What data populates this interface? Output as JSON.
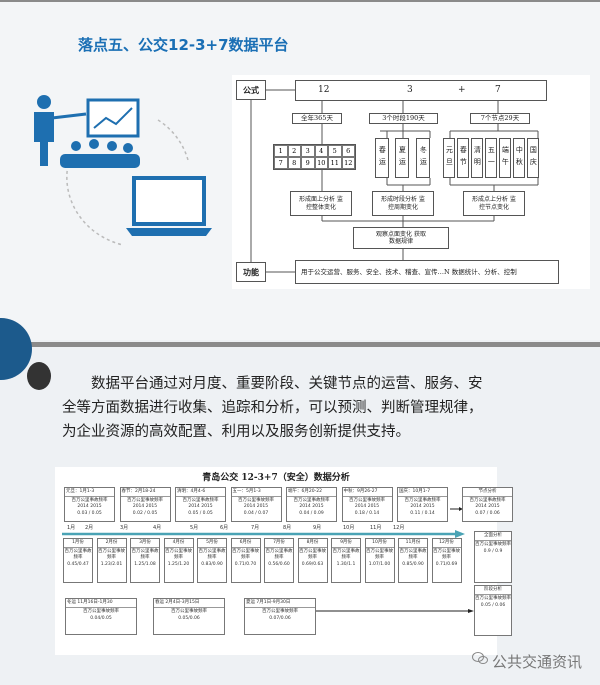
{
  "slide1": {
    "title": "落点五、公交12-3+7数据平台",
    "diagram": {
      "formula_label": "公式",
      "function_label": "功能",
      "formula": [
        "12",
        "3",
        "+",
        "7"
      ],
      "groups": [
        "全年365天",
        "3个时段190天",
        "7个节点29天"
      ],
      "months": [
        "1",
        "2",
        "3",
        "4",
        "5",
        "6",
        "7",
        "8",
        "9",
        "10",
        "11",
        "12"
      ],
      "seasons": [
        "春运",
        "夏运",
        "冬运"
      ],
      "nodes": [
        "元旦",
        "春节",
        "清明",
        "五一",
        "端午",
        "中秋",
        "国庆"
      ],
      "results": [
        "形成面上分析 监控整体变化",
        "形成时段分析 监控周期变化",
        "形成点上分析 监控节点变化"
      ],
      "observe": "观察点面变化 获取数据规律",
      "function_text": "用于公交运营、服务、安全、技术、稽查、宣传…N 数据统计、分析、控制"
    }
  },
  "slide2": {
    "paragraph": "数据平台通过对月度、重要阶段、关键节点的运营、服务、安全等方面数据进行收集、追踪和分析，可以预测、判断管理规律，为企业资源的高效配置、利用以及服务创新提供支持。",
    "chart": {
      "title": "青岛公交 12-3+7（安全）数据分析",
      "metric": "百万公里事故频率",
      "years": "2014   2015",
      "nodes": [
        {
          "head": "元旦：1月1-3",
          "value": "0.03 / 0.05"
        },
        {
          "head": "春节：2月18-24",
          "value": "0.02 / 0.05"
        },
        {
          "head": "清明：4月4-6",
          "value": "0.05 / 0.05"
        },
        {
          "head": "五一：5月1-3",
          "value": "0.04 / 0.07"
        },
        {
          "head": "端午：6月20-22",
          "value": "0.04 / 0.09"
        },
        {
          "head": "中秋：9月26-27",
          "value": "0.18 / 0.14"
        },
        {
          "head": "国庆：10月1-7",
          "value": "0.11 / 0.14"
        }
      ],
      "month_labels": [
        "1月",
        "2月",
        "3月",
        "4月",
        "5月",
        "6月",
        "7月",
        "8月",
        "9月",
        "10月",
        "11月",
        "12月"
      ],
      "months": [
        {
          "head": "1月份",
          "value": "0.45/0.47"
        },
        {
          "head": "2月份",
          "value": "1.23/2.01"
        },
        {
          "head": "3月份",
          "value": "1.25/1.08"
        },
        {
          "head": "4月份",
          "value": "1.25/1.20"
        },
        {
          "head": "5月份",
          "value": "0.83/0.90"
        },
        {
          "head": "6月份",
          "value": "0.71/0.70"
        },
        {
          "head": "7月份",
          "value": "0.56/0.60"
        },
        {
          "head": "8月份",
          "value": "0.69/0.63"
        },
        {
          "head": "9月份",
          "value": "1.30/1.1"
        },
        {
          "head": "10月份",
          "value": "1.07/1.00"
        },
        {
          "head": "11月份",
          "value": "0.85/0.90"
        },
        {
          "head": "12月份",
          "value": "0.71/0.69"
        }
      ],
      "phases": [
        {
          "head": "冬运 11月16日-1月30",
          "value": "0.04/0.05"
        },
        {
          "head": "春运 2月4日-3月15日",
          "value": "0.05/0.06"
        },
        {
          "head": "夏运 7月1日-9月30日",
          "value": "0.07/0.06"
        }
      ],
      "node_summary": {
        "head": "节点分析",
        "value": "0.07  /  0.06"
      },
      "full_summary": {
        "head": "全面分析",
        "value": "0.9  /  0.9"
      },
      "phase_summary": {
        "head": "阶段分析",
        "value": "0.05 / 0.06"
      }
    },
    "watermark": "公共交通资讯"
  }
}
